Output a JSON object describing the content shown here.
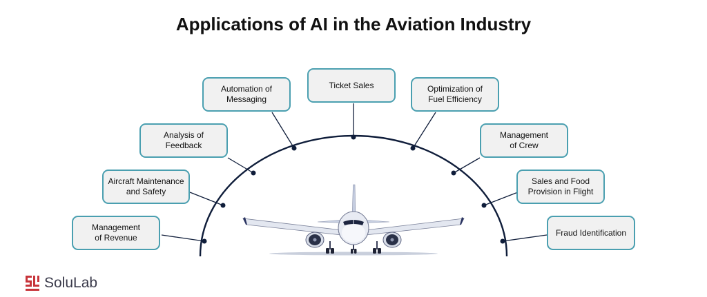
{
  "title": "Applications of AI in the Aviation Industry",
  "nodes": [
    {
      "label": "Management\nof Revenue"
    },
    {
      "label": "Aircraft Maintenance\nand Safety"
    },
    {
      "label": "Analysis of\nFeedback"
    },
    {
      "label": "Automation of\nMessaging"
    },
    {
      "label": "Ticket Sales"
    },
    {
      "label": "Optimization of\nFuel Efficiency"
    },
    {
      "label": "Management\nof Crew"
    },
    {
      "label": "Sales and Food\nProvision in Flight"
    },
    {
      "label": "Fraud Identification"
    }
  ],
  "logo": {
    "text": "SoluLab",
    "icon": "solulab-logo-icon"
  },
  "colors": {
    "arc": "#0f1d3a",
    "node_border": "#4a9fb0",
    "node_fill": "#f1f1f1",
    "logo_accent": "#c7343a"
  }
}
